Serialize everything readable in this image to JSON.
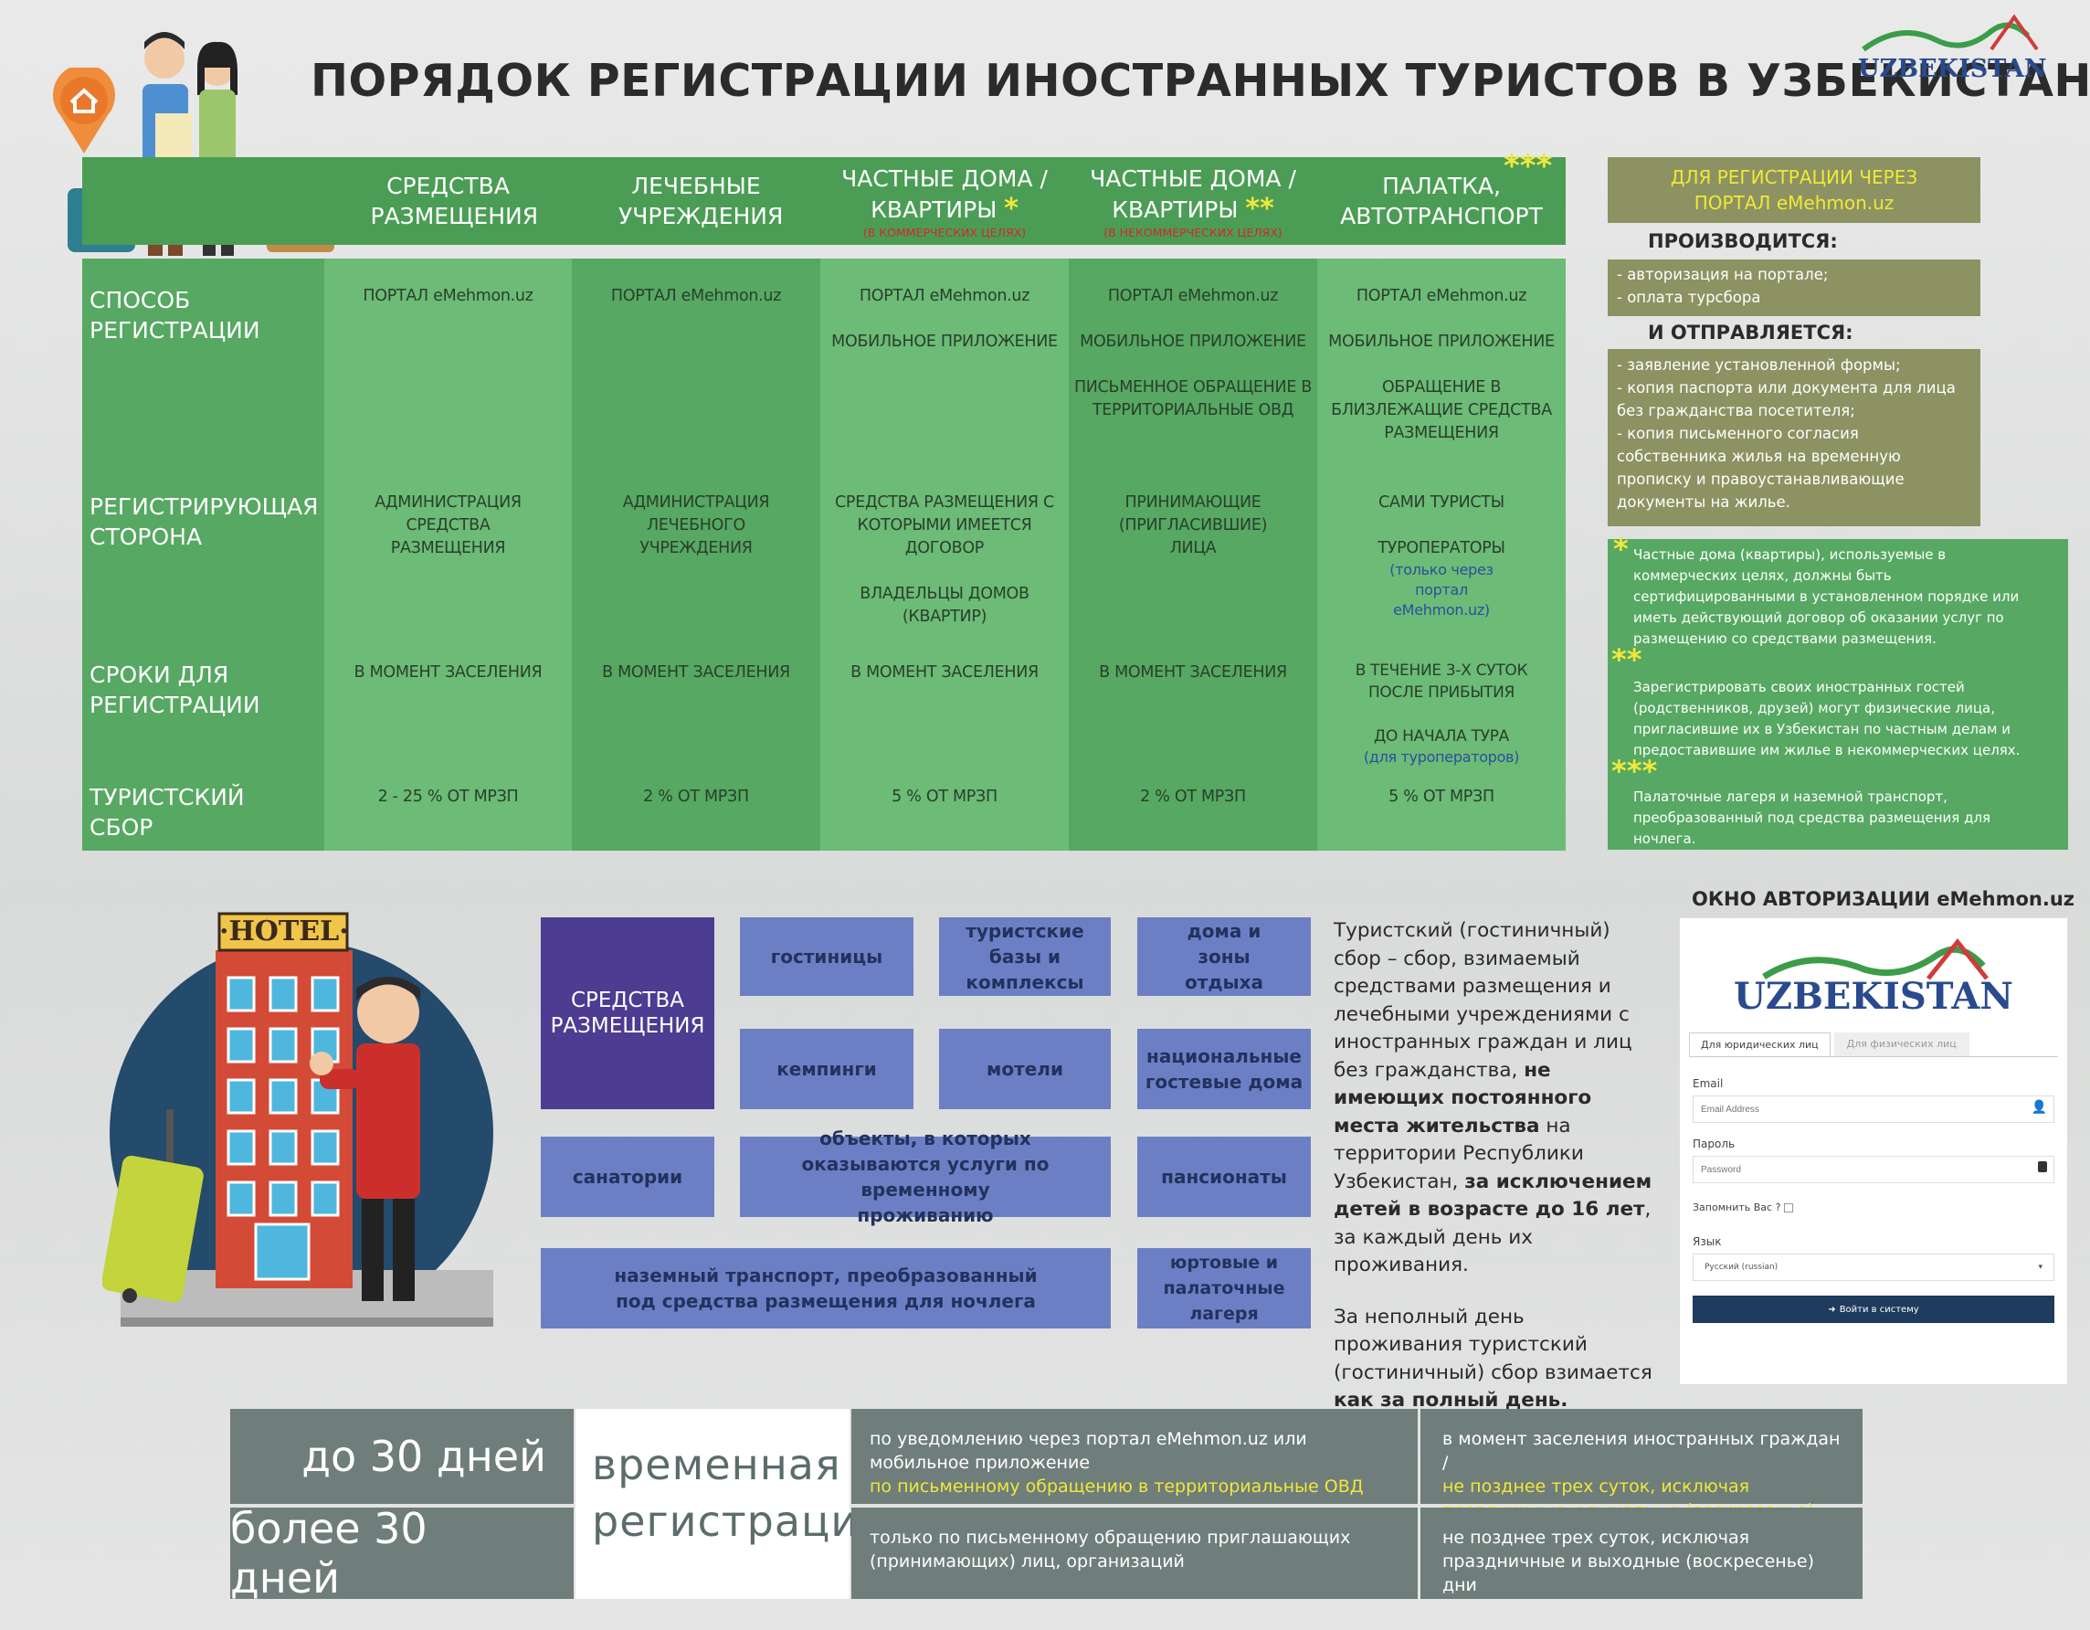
{
  "title": "ПОРЯДОК РЕГИСТРАЦИИ ИНОСТРАННЫХ ТУРИСТОВ В УЗБЕКИСТАНЕ",
  "logo": "UZBEKISTAN",
  "columns": [
    {
      "title": "СРЕДСТВА РАЗМЕЩЕНИЯ",
      "sub": "",
      "star": ""
    },
    {
      "title": "ЛЕЧЕБНЫЕ УЧРЕЖДЕНИЯ",
      "sub": "",
      "star": ""
    },
    {
      "title": "ЧАСТНЫЕ ДОМА / КВАРТИРЫ",
      "sub": "(В КОММЕРЧЕСКИХ ЦЕЛЯХ)",
      "star": "*"
    },
    {
      "title": "ЧАСТНЫЕ ДОМА / КВАРТИРЫ",
      "sub": "(В НЕКОММЕРЧЕСКИХ ЦЕЛЯХ)",
      "star": "**"
    },
    {
      "title": "ПАЛАТКА, АВТОТРАНСПОРТ",
      "sub": "",
      "star": "***"
    }
  ],
  "rows": [
    {
      "label": "СПОСОБ РЕГИСТРАЦИИ",
      "cells": [
        "ПОРТАЛ eMehmon.uz",
        "ПОРТАЛ eMehmon.uz",
        "ПОРТАЛ eMehmon.uz\n\nМОБИЛЬНОЕ ПРИЛОЖЕНИЕ",
        "ПОРТАЛ eMehmon.uz\n\nМОБИЛЬНОЕ ПРИЛОЖЕНИЕ\n\nПИСЬМЕННОЕ ОБРАЩЕНИЕ В ТЕРРИТОРИАЛЬНЫЕ ОВД",
        "ПОРТАЛ eMehmon.uz\n\nМОБИЛЬНОЕ ПРИЛОЖЕНИЕ\n\nОБРАЩЕНИЕ В БЛИЗЛЕЖАЩИЕ СРЕДСТВА РАЗМЕЩЕНИЯ"
      ]
    },
    {
      "label": "РЕГИСТРИРУЮЩАЯ СТОРОНА",
      "cells": [
        "АДМИНИСТРАЦИЯ СРЕДСТВА РАЗМЕЩЕНИЯ",
        "АДМИНИСТРАЦИЯ ЛЕЧЕБНОГО УЧРЕЖДЕНИЯ",
        "СРЕДСТВА РАЗМЕЩЕНИЯ С КОТОРЫМИ ИМЕЕТСЯ ДОГОВОР\n\nВЛАДЕЛЬЦЫ ДОМОВ (КВАРТИР)",
        "ПРИНИМАЮЩИЕ (ПРИГЛАСИВШИЕ) ЛИЦА",
        "САМИ ТУРИСТЫ\n\nТУРОПЕРАТОРЫ"
      ],
      "note5": "(только через портал eMehmon.uz)"
    },
    {
      "label": "СРОКИ ДЛЯ РЕГИСТРАЦИИ",
      "cells": [
        "В МОМЕНТ ЗАСЕЛЕНИЯ",
        "В МОМЕНТ ЗАСЕЛЕНИЯ",
        "В МОМЕНТ ЗАСЕЛЕНИЯ",
        "В МОМЕНТ ЗАСЕЛЕНИЯ",
        "В ТЕЧЕНИЕ 3-Х СУТОК ПОСЛЕ ПРИБЫТИЯ\n\nДО НАЧАЛА ТУРА"
      ],
      "note5": "(для туроператоров)"
    },
    {
      "label": "ТУРИСТСКИЙ СБОР",
      "cells": [
        "2 - 25 % ОТ МРЗП",
        "2 % ОТ МРЗП",
        "5 % ОТ МРЗП",
        "2 % ОТ МРЗП",
        "5 % ОТ МРЗП"
      ]
    }
  ],
  "side": {
    "portal_title": "ДЛЯ РЕГИСТРАЦИИ ЧЕРЕЗ ПОРТАЛ eMehmon.uz",
    "produced_label": "ПРОИЗВОДИТСЯ:",
    "produced": "- авторизация на портале;\n- оплата турсбора",
    "sent_label": "И ОТПРАВЛЯЕТСЯ:",
    "sent": "- заявление установленной формы;\n- копия паспорта или документа для лица без гражданства посетителя;\n- копия письменного согласия собственника жилья на временную прописку и правоустанавливающие документы на жилье.",
    "note1": "Частные дома (квартиры), используемые в коммерческих целях, должны быть сертифицированными в установленном порядке или иметь действующий договор об оказании услуг по размещению со средствами размещения.",
    "note2": "Зарегистрировать своих иностранных гостей (родственников, друзей) могут физические лица, пригласившие их в Узбекистан по частным делам и предоставившие им жилье в некоммерческих целях.",
    "note3": "Палаточные лагеря и наземной транспорт, преобразованный под средства размещения для ночлега."
  },
  "hotel_sign": "·HOTEL·",
  "accommodation": {
    "main": "СРЕДСТВА РАЗМЕЩЕНИЯ",
    "items": [
      "гостиницы",
      "туристские базы и комплексы",
      "дома и зоны отдыха",
      "кемпинги",
      "мотели",
      "национальные гостевые дома",
      "санатории",
      "объекты, в которых оказываются услуги по временному проживанию",
      "пансионаты",
      "наземный транспорт, преобразованный под средства размещения для ночлега",
      "юртовые и палаточные лагеря"
    ]
  },
  "fee_text": {
    "p1a": "Туристский (гостиничный) сбор – сбор, взимаемый средствами размещения и лечебными учреждениями с иностранных граждан и лиц без гражданства, ",
    "p1b": "не имеющих постоянного места жительства",
    "p1c": " на территории Республики Узбекистан, ",
    "p1d": "за исключением детей в возрасте до 16 лет",
    "p1e": ", за каждый день их проживания.",
    "p2a": "За неполный день проживания туристский (гостиничный) сбор взимается ",
    "p2b": "как за полный день."
  },
  "login": {
    "title": "ОКНО АВТОРИЗАЦИИ eMehmon.uz",
    "logo": "UZBEKISTAN",
    "tab1": "Для юридических лиц",
    "tab2": "Для физических лиц",
    "email_label": "Email",
    "email_placeholder": "Email Address",
    "password_label": "Пароль",
    "password_placeholder": "Password",
    "remember": "Запомнить Вас ?",
    "lang_label": "Язык",
    "lang_value": "Русский (russian)",
    "submit": "Войти в систему"
  },
  "bottom": {
    "short": "до 30 дней",
    "long": "более 30 дней",
    "temp1": "временная",
    "temp2": "регистрация",
    "short_how_a": "по уведомлению через портал eMehmon.uz или мобильное приложение",
    "short_how_b": "по письменному обращению в территориальные ОВД",
    "short_when_a": "в момент заселения иностранных граждан /",
    "short_when_b": "не позднее трех суток, исключая праздничные и выходные (воскресенье) дни",
    "long_how": "только по письменному обращению приглашающих (принимающих) лиц, организаций",
    "long_when": "не позднее трех суток, исключая праздничные и выходные (воскресенье) дни"
  },
  "colors": {
    "green_dark": "#4b9d55",
    "green": "#56a862",
    "green_light": "#6cbb77",
    "olive": "#8c9261",
    "blue_box": "#6d7fc4",
    "purple": "#4c3c92",
    "bottom_grey": "#6f7d7b",
    "star": "#f0e83a",
    "red": "#d2292d"
  },
  "icons": [
    "location-home-icon",
    "tourists-icon",
    "luggage-icon",
    "hotel-building-icon",
    "bellboy-icon",
    "suitcase-icon",
    "user-icon",
    "lock-icon",
    "login-icon"
  ]
}
